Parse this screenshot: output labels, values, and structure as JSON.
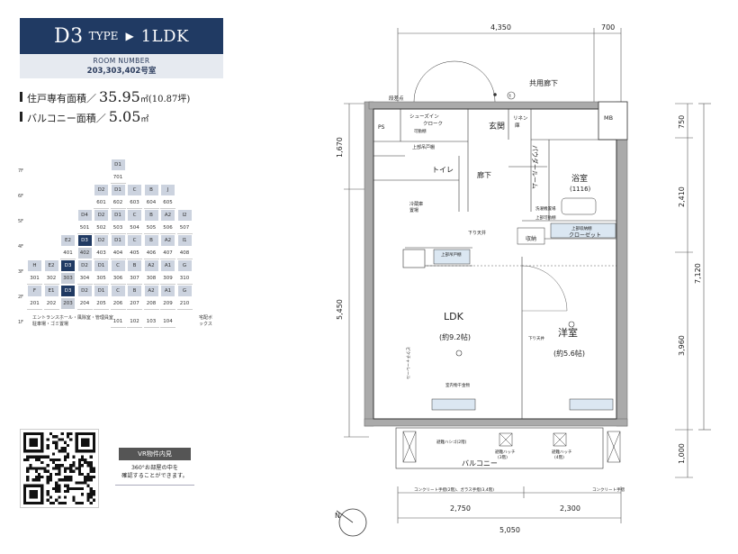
{
  "header": {
    "type_code": "D3",
    "type_word": "TYPE",
    "arrow": "▶",
    "layout": "1LDK",
    "room_number_label": "ROOM NUMBER",
    "room_numbers": "203,303,402号室"
  },
  "areas": [
    {
      "label": "住戸専有面積／",
      "value": "35.95",
      "unit": "㎡",
      "sub": "(10.87坪)"
    },
    {
      "label": "バルコニー面積／",
      "value": "5.05",
      "unit": "㎡",
      "sub": ""
    }
  ],
  "floor_grid": {
    "floors": [
      "7F",
      "6F",
      "5F",
      "4F",
      "3F",
      "2F",
      "1F"
    ],
    "rows": [
      {
        "floor": "7F",
        "types": [
          "D1"
        ],
        "nums": [
          "701"
        ],
        "start": 6
      },
      {
        "floor": "6F",
        "types": [
          "D2",
          "D1",
          "C",
          "B",
          "J"
        ],
        "nums": [
          "601",
          "602",
          "603",
          "604",
          "605"
        ],
        "start": 5
      },
      {
        "floor": "5F",
        "types": [
          "D4",
          "D2",
          "D1",
          "C",
          "B",
          "A2",
          "I2"
        ],
        "nums": [
          "501",
          "502",
          "503",
          "504",
          "505",
          "506",
          "507"
        ],
        "start": 4
      },
      {
        "floor": "4F",
        "types": [
          "E2",
          "D3",
          "D2",
          "D1",
          "C",
          "B",
          "A2",
          "I1"
        ],
        "nums": [
          "401",
          "402",
          "403",
          "404",
          "405",
          "406",
          "407",
          "408"
        ],
        "start": 3
      },
      {
        "floor": "3F",
        "types": [
          "H",
          "E2",
          "D3",
          "D2",
          "D1",
          "C",
          "B",
          "A2",
          "A1",
          "G"
        ],
        "nums": [
          "301",
          "302",
          "303",
          "304",
          "305",
          "306",
          "307",
          "308",
          "309",
          "310"
        ],
        "start": 1
      },
      {
        "floor": "2F",
        "types": [
          "F",
          "E1",
          "D3",
          "D2",
          "D1",
          "C",
          "B",
          "A2",
          "A1",
          "G"
        ],
        "nums": [
          "201",
          "202",
          "203",
          "204",
          "205",
          "206",
          "207",
          "208",
          "209",
          "210"
        ],
        "start": 1
      },
      {
        "floor": "1F",
        "types": [],
        "nums": [
          "101",
          "102",
          "103",
          "104"
        ],
        "start": 6
      }
    ],
    "entrance_note": "エントランスホール・風除室・管理員室\n駐車場・ゴミ置場",
    "delivery_note": "宅配ボ\nックス"
  },
  "vr": {
    "badge": "VR物件内見",
    "text": "360°お部屋の中を\n確認することができます。"
  },
  "plan": {
    "dims_top": [
      "4,350",
      "700"
    ],
    "dims_right": [
      "750",
      "2,410",
      "7,120",
      "3,960",
      "1,000"
    ],
    "dims_left": [
      "1,670",
      "5,450"
    ],
    "dims_bottom": [
      "2,750",
      "2,300",
      "5,050"
    ],
    "corridor": "共用廊下",
    "stair_label": "段差点",
    "ps": "PS",
    "shoe_closet": "シューズイン\nクローク",
    "shoe_sub": "可動棚",
    "entry": "玄関",
    "linen": "リネン\n庫",
    "mb": "MB",
    "toilet_top": "上部吊戸棚",
    "toilet": "トイレ",
    "hall": "廊下",
    "powder": "パウダールーム",
    "bath": "浴室",
    "bath_size": "(1116)",
    "wash": "洗濯機置場",
    "upper_shelf": "上部可動棚",
    "storage_cold": "冷蔵庫\n置場",
    "downceiling": "下り天井",
    "storage": "収納",
    "closet_top": "上部収納棚",
    "closet": "クローゼット",
    "kitchen_top": "上部吊戸棚",
    "ldk": "LDK",
    "ldk_size": "(約9.2帖)",
    "western": "洋室",
    "western_size": "(約5.6帖)",
    "downceiling2": "下り天井",
    "curtain": "ピクチャーレール",
    "indoor_dryer": "室内物干金物",
    "balcony": "バルコニー",
    "evac_ladder": "避難ハシゴ(2階)",
    "evac_hatch1": "避難ハッチ\n(3階)",
    "evac_hatch2": "避難ハッチ\n(4階)",
    "concrete1": "コンクリート手摺(2階)、ガラス手摺(3,4階)",
    "concrete2": "コンクリート手摺",
    "compass": "N"
  }
}
